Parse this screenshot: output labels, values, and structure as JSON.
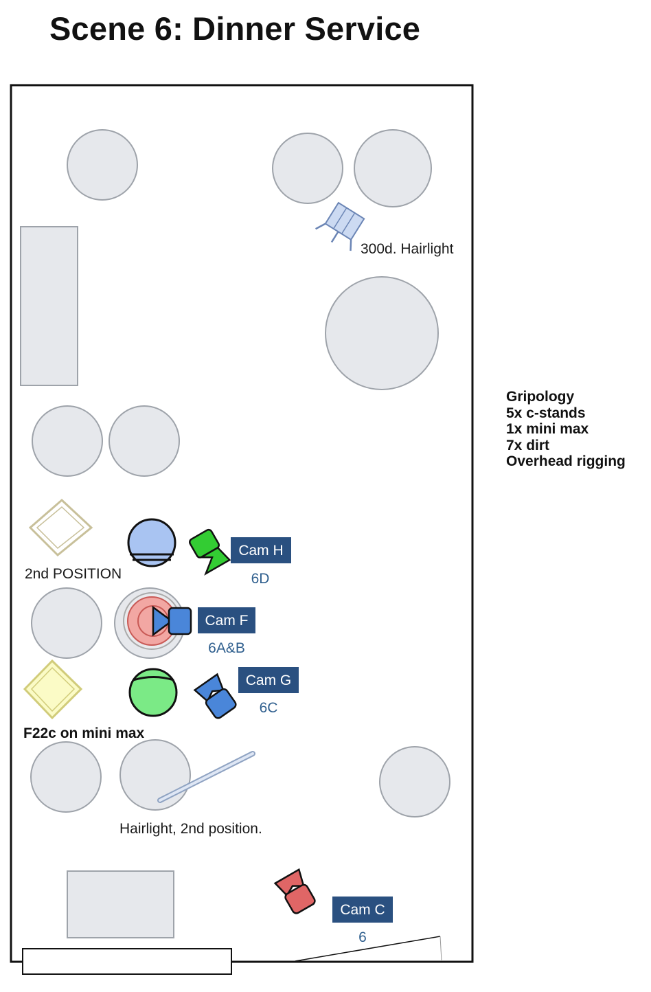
{
  "title": "Scene 6: Dinner Service",
  "gear_list": {
    "heading": "Gripology",
    "items": [
      "5x c-stands",
      "1x mini max",
      "7x dirt",
      "Overhead rigging"
    ]
  },
  "labels": {
    "hairlight_300d": "300d. Hairlight",
    "second_position": "2nd POSITION",
    "f22c": "F22c on mini max",
    "hairlight_second": "Hairlight, 2nd position."
  },
  "cameras": [
    {
      "id": "cam-h",
      "label": "Cam H",
      "shot": "6D",
      "color": "#33cc33"
    },
    {
      "id": "cam-f",
      "label": "Cam F",
      "shot": "6A&B",
      "color": "#4a86d9"
    },
    {
      "id": "cam-g",
      "label": "Cam G",
      "shot": "6C",
      "color": "#4a86d9"
    },
    {
      "id": "cam-c",
      "label": "Cam C",
      "shot": "6",
      "color": "#e06666"
    }
  ],
  "colors": {
    "camera_tag_bg": "#2a5080",
    "shot_text": "#2f5f8e",
    "table_fill": "#e6e8ec",
    "actor_blue": "#a9c4f2",
    "actor_green": "#7bea86",
    "actor_red": "#f2a7a3"
  }
}
